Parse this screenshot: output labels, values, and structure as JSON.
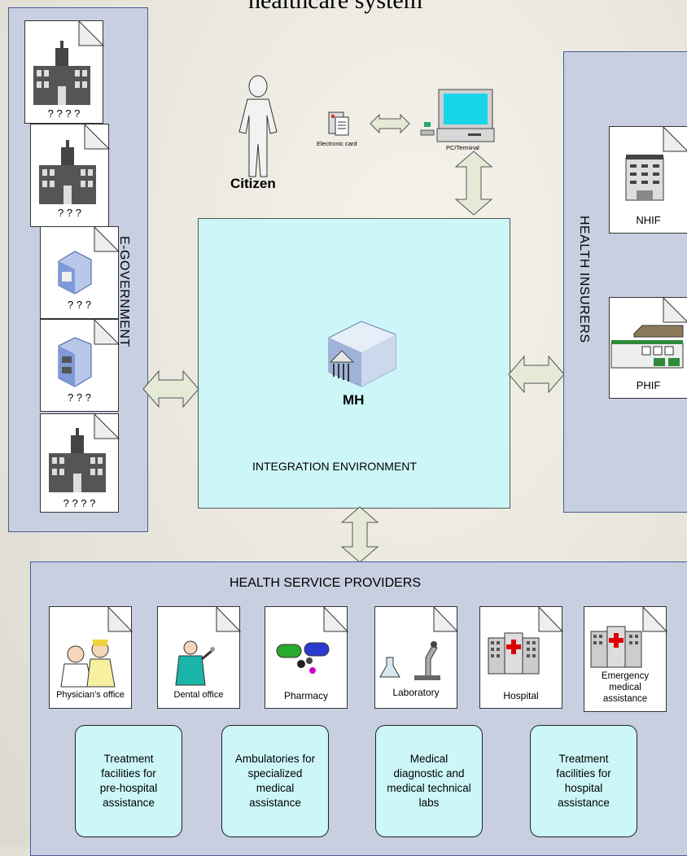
{
  "header": {
    "title_fragment": "healthcare system"
  },
  "egov": {
    "label": "E-GOVERNMENT",
    "items": [
      "? ? ? ?",
      "? ? ?",
      "? ? ?",
      "? ? ?",
      "? ? ? ?"
    ]
  },
  "citizen": {
    "label": "Citizen",
    "card_label": "Electronic card",
    "terminal_label": "PC/Terminal"
  },
  "integration": {
    "hub_label": "MH",
    "label": "INTEGRATION ENVIRONMENT"
  },
  "insurers": {
    "label": "HEALTH INSURERS",
    "items": [
      "NHIF",
      "PHIF"
    ]
  },
  "providers": {
    "title": "HEALTH SERVICE PROVIDERS",
    "items": [
      "Physician's office",
      "Dental office",
      "Pharmacy",
      "Laboratory",
      "Hospital",
      "Emergency\nmedical\nassistance"
    ],
    "facilities": [
      "Treatment\nfacilities  for\npre-hospital\nassistance",
      "Ambulatories for\nspecialized\nmedical\nassistance",
      "Medical\ndiagnostic and\nmedical technical\nlabs",
      "Treatment\nfacilities for\nhospital\nassistance"
    ]
  },
  "colors": {
    "panel": "#c8cfe0",
    "integration": "#ccf6f8",
    "arrow": "#e4ead6",
    "box": "#ccf6f8"
  }
}
